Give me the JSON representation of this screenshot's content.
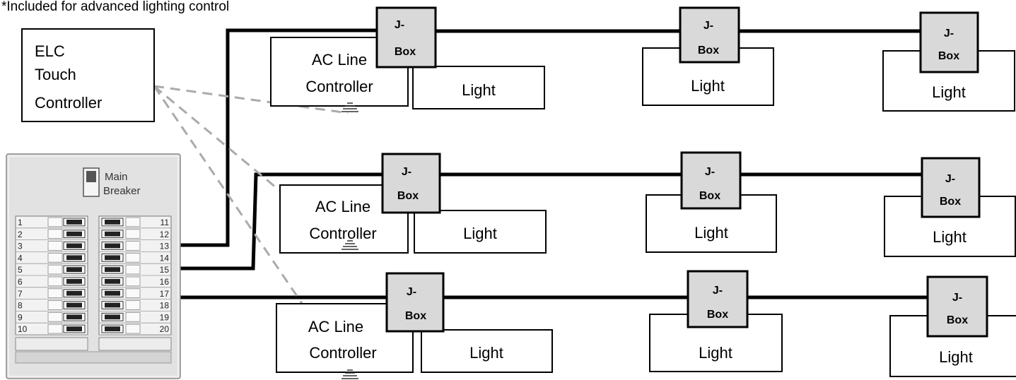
{
  "note": "*Included for advanced lighting control",
  "touch_controller": {
    "lines": [
      "ELC",
      "Touch",
      "Controller"
    ]
  },
  "breaker_panel": {
    "main_label_lines": [
      "Main",
      "Breaker"
    ],
    "left_slots": [
      "1",
      "2",
      "3",
      "4",
      "5",
      "6",
      "7",
      "8",
      "9",
      "10"
    ],
    "right_slots": [
      "11",
      "12",
      "13",
      "14",
      "15",
      "16",
      "17",
      "18",
      "19",
      "20"
    ]
  },
  "circuits": [
    {
      "line_controller": {
        "lines": [
          "AC Line",
          "Controller"
        ]
      },
      "jboxes": [
        {
          "lines": [
            "J-",
            "Box"
          ]
        },
        {
          "lines": [
            "J-",
            "Box"
          ]
        },
        {
          "lines": [
            "J-",
            "Box"
          ]
        }
      ],
      "lights": [
        {
          "label": "Light"
        },
        {
          "label": "Light"
        },
        {
          "label": "Light"
        }
      ]
    },
    {
      "line_controller": {
        "lines": [
          "AC Line",
          "Controller"
        ]
      },
      "jboxes": [
        {
          "lines": [
            "J-",
            "Box"
          ]
        },
        {
          "lines": [
            "J-",
            "Box"
          ]
        },
        {
          "lines": [
            "J-",
            "Box"
          ]
        }
      ],
      "lights": [
        {
          "label": "Light"
        },
        {
          "label": "Light"
        },
        {
          "label": "Light"
        }
      ]
    },
    {
      "line_controller": {
        "lines": [
          "AC Line",
          "Controller"
        ]
      },
      "jboxes": [
        {
          "lines": [
            "J-",
            "Box"
          ]
        },
        {
          "lines": [
            "J-",
            "Box"
          ]
        },
        {
          "lines": [
            "J-",
            "Box"
          ]
        }
      ],
      "lights": [
        {
          "label": "Light"
        },
        {
          "label": "Light"
        },
        {
          "label": "Light"
        }
      ]
    }
  ],
  "colors": {
    "wire": "#000000",
    "wireless_link": "#aaaaaa",
    "jbox_fill": "#d9d9d9",
    "panel_fill": "#e2e2e2"
  }
}
